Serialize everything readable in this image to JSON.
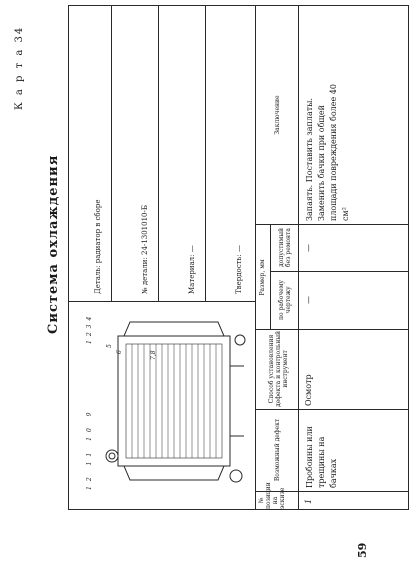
{
  "card_label": "К а р т а  34",
  "section_title": "Система охлаждения",
  "page_number": "59",
  "part_info": {
    "name": "Деталь: радиатор в сборе",
    "number": "№ детали: 24-1301010-Б",
    "material": "Материал: —",
    "hardness": "Твердость: —"
  },
  "figure_callouts": [
    "1",
    "2",
    "3",
    "4",
    "5",
    "6",
    "7,8",
    "9",
    "10",
    "11",
    "12"
  ],
  "table": {
    "headers": {
      "pos": "№ позиции на эскизе",
      "defect": "Возможный дефект",
      "method": "Способ установления дефекта и контрольный инструмент",
      "size_group": "Размер, мм",
      "size_drawing": "по рабочему чертежу",
      "size_allowed": "допустимый без ремонта",
      "conclusion": "Заключение"
    },
    "rows": [
      {
        "pos": "1",
        "defect": "Пробоины или трещины на бачках",
        "method": "Осмотр",
        "size_drawing": "—",
        "size_allowed": "—",
        "conclusion": "Запаять. Поставить заплаты. Заменить бачки при общей площади повреждения более 40 см²"
      }
    ]
  }
}
